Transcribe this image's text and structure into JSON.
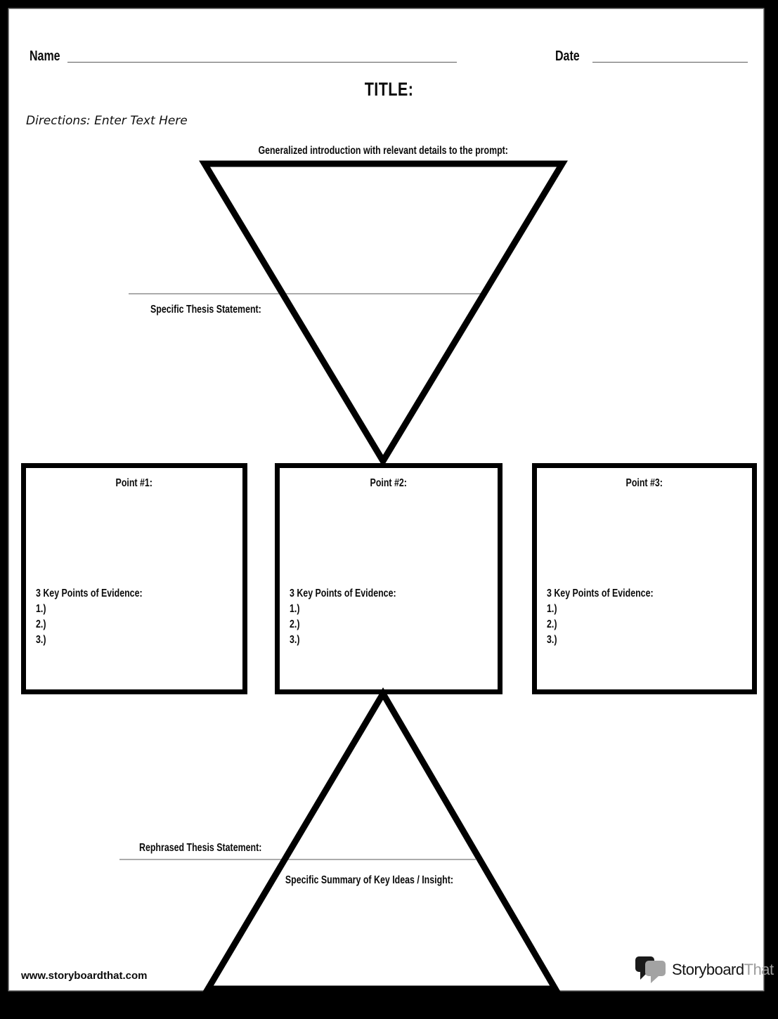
{
  "header": {
    "name_label": "Name",
    "date_label": "Date",
    "title": "TITLE:"
  },
  "directions": "Directions: Enter Text Here",
  "funnel": {
    "intro_label": "Generalized introduction with relevant details to the prompt:",
    "thesis_label": "Specific Thesis Statement:"
  },
  "points": [
    {
      "title": "Point #1:",
      "evidence_label": "3 Key Points of Evidence:",
      "items": [
        "1.)",
        "2.)",
        "3.)"
      ]
    },
    {
      "title": "Point #2:",
      "evidence_label": "3 Key Points of Evidence:",
      "items": [
        "1.)",
        "2.)",
        "3.)"
      ]
    },
    {
      "title": "Point #3:",
      "evidence_label": "3 Key Points of Evidence:",
      "items": [
        "1.)",
        "2.)",
        "3.)"
      ]
    }
  ],
  "conclusion": {
    "rephrased_label": "Rephrased Thesis Statement:",
    "summary_label": "Specific Summary of Key Ideas / Insight:"
  },
  "footer": {
    "url": "www.storyboardthat.com",
    "logo": {
      "icon": "speech-bubbles-icon",
      "text_primary": "Storyboard",
      "text_secondary": "That"
    }
  },
  "colors": {
    "ink": "#000000",
    "line_gray": "#8f8f8f",
    "logo_gray": "#a3a3a3"
  }
}
